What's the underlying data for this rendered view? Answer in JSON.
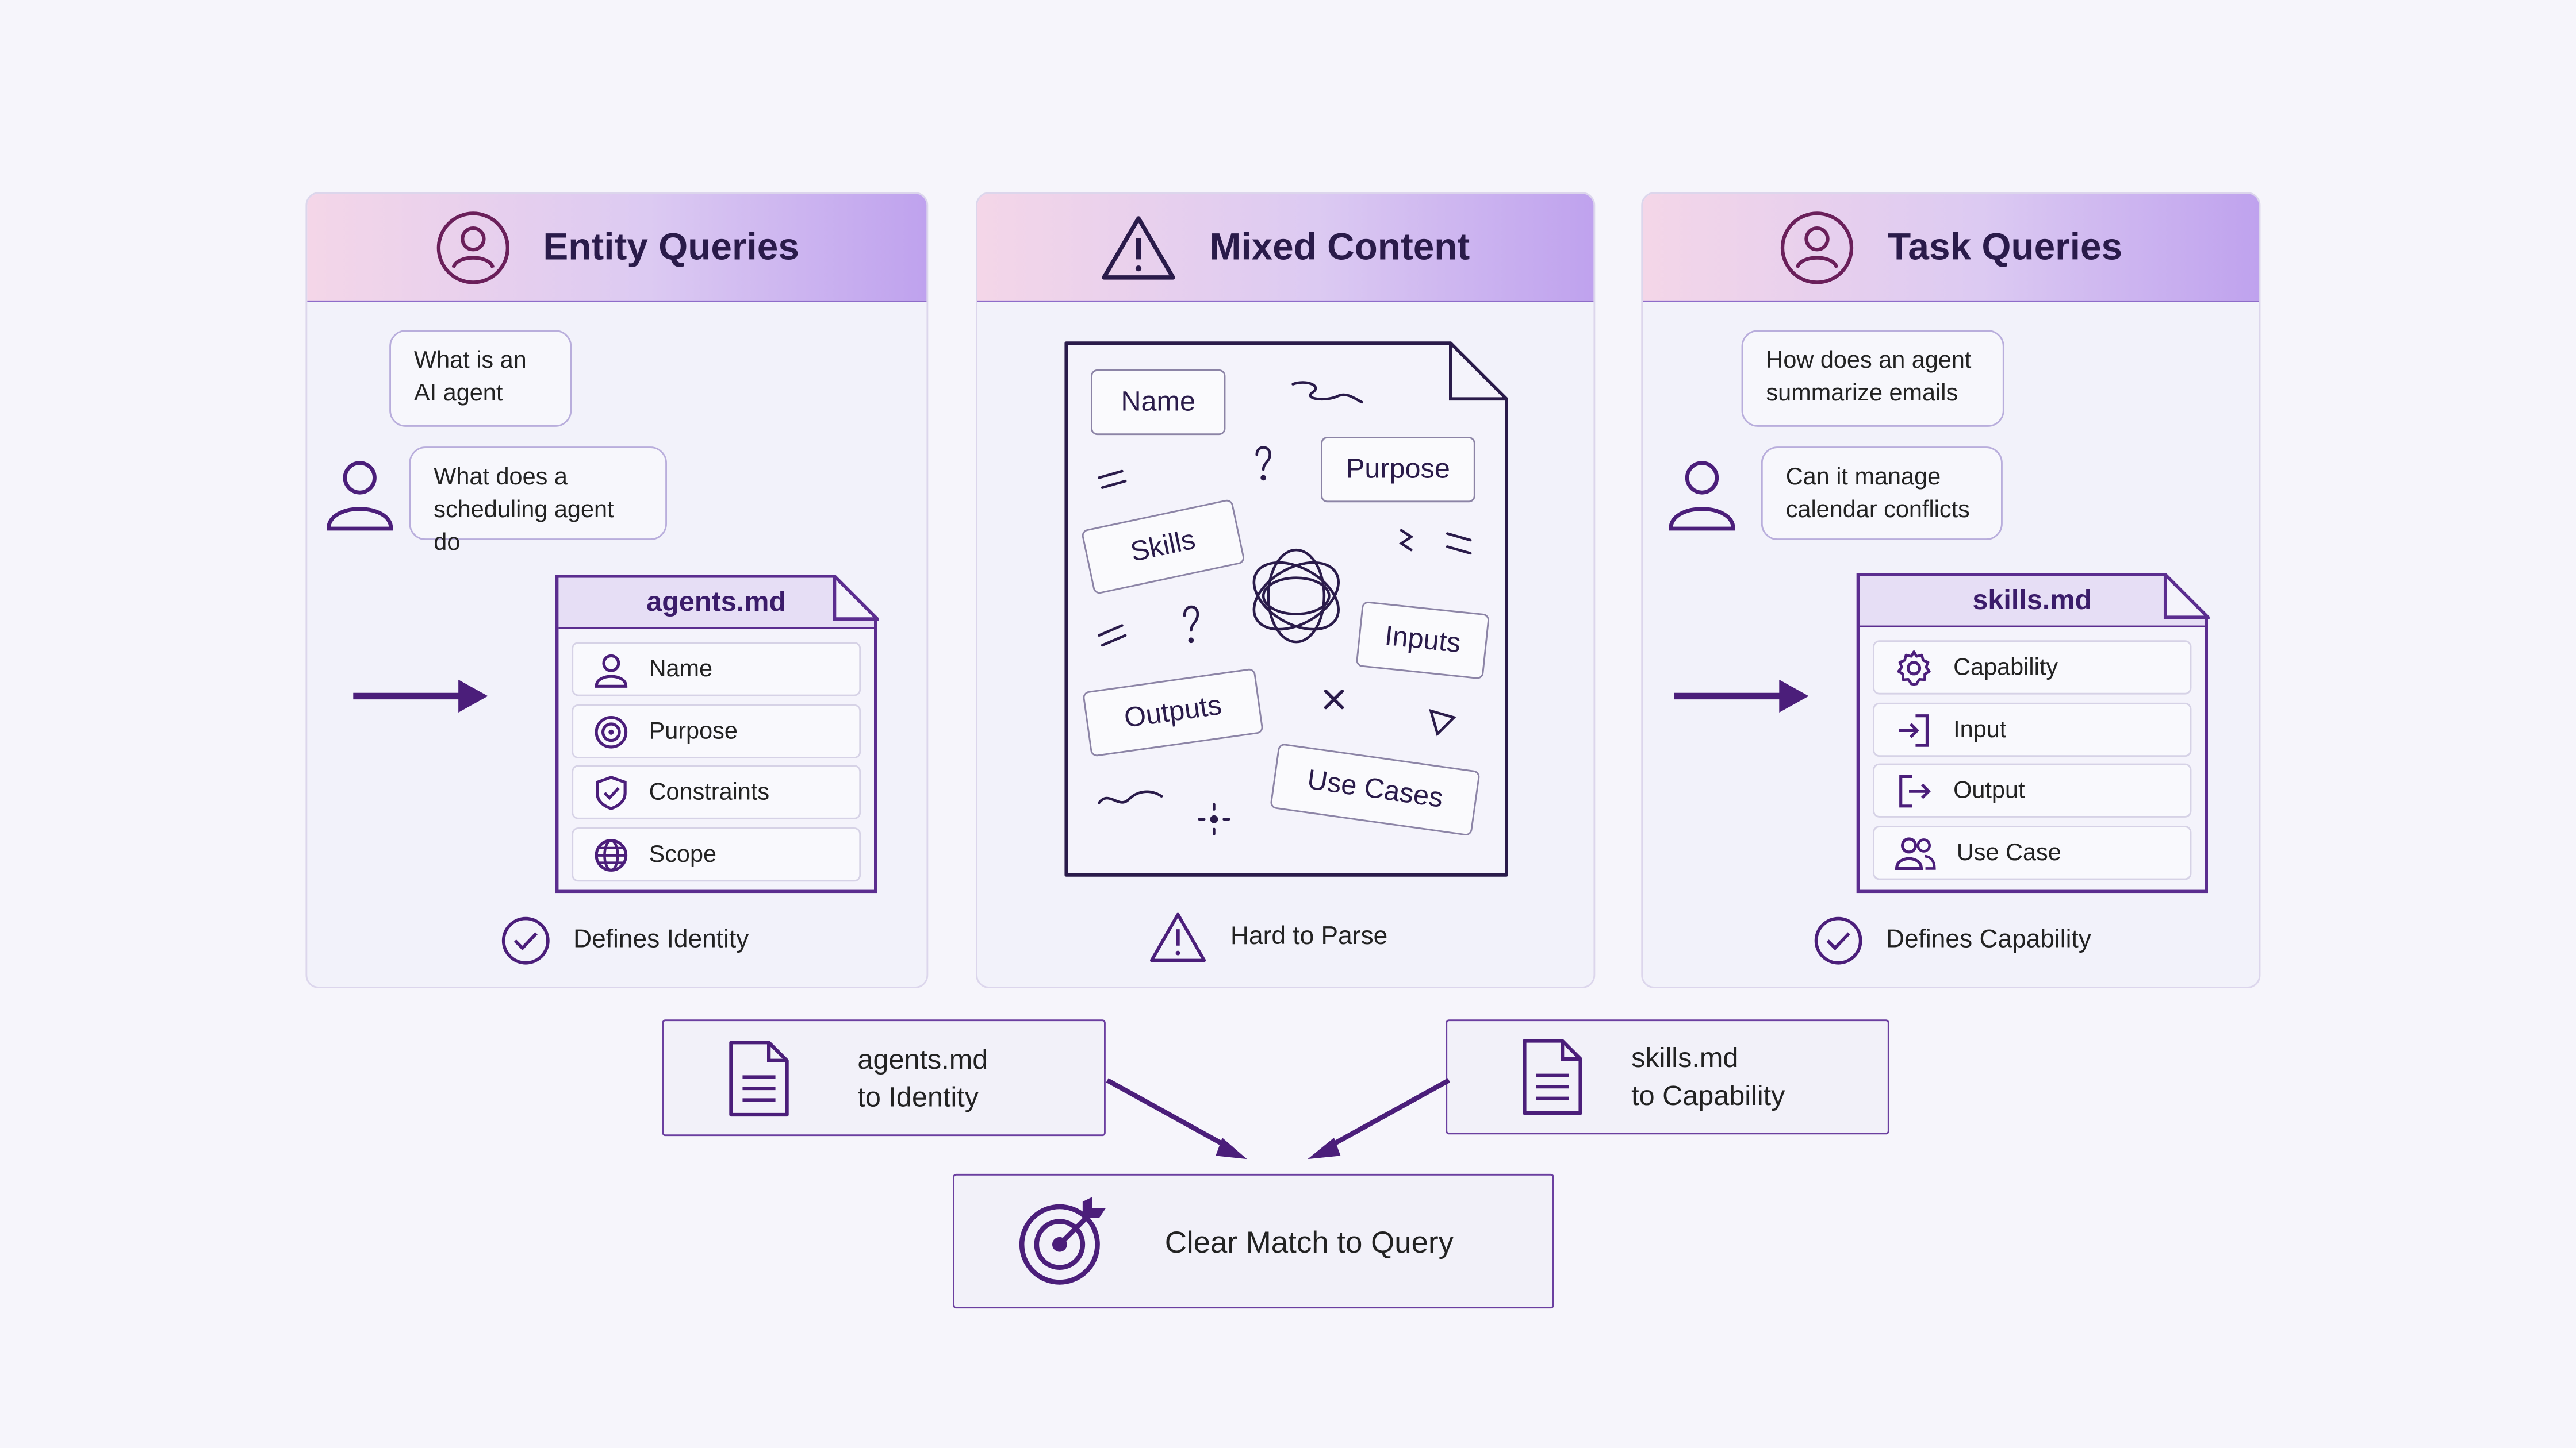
{
  "panels": {
    "entity": {
      "title": "Entity Queries",
      "questions": [
        "What is an\nAI agent",
        "What does a\nscheduling agent do"
      ],
      "doc_title": "agents.md",
      "rows": [
        "Name",
        "Purpose",
        "Constraints",
        "Scope"
      ],
      "footer": "Defines Identity"
    },
    "mixed": {
      "title": "Mixed Content",
      "tags": [
        "Name",
        "Purpose",
        "Skills",
        "Inputs",
        "Outputs",
        "Use Cases"
      ],
      "footer": "Hard to Parse"
    },
    "task": {
      "title": "Task Queries",
      "questions": [
        "How does an agent\nsummarize emails",
        "Can it manage\ncalendar conflicts"
      ],
      "doc_title": "skills.md",
      "rows": [
        "Capability",
        "Input",
        "Output",
        "Use Case"
      ],
      "footer": "Defines Capability"
    }
  },
  "bottom": {
    "left": "agents.md\nto Identity",
    "right": "skills.md\nto Capability",
    "result": "Clear Match to Query"
  },
  "icons": {
    "entity_header": "user-circle-icon",
    "mixed_header": "warning-triangle-icon",
    "task_header": "user-circle-icon",
    "entity_rows": [
      "user-icon",
      "target-icon",
      "shield-check-icon",
      "globe-icon"
    ],
    "task_rows": [
      "gear-icon",
      "login-icon",
      "logout-icon",
      "users-icon"
    ],
    "result": "target-arrow-icon"
  },
  "colors": {
    "accent": "#4b1e7a",
    "header_gradient_start": "#f4d6e8",
    "header_gradient_end": "#bfa2ee",
    "background": "#f6f5fb"
  }
}
